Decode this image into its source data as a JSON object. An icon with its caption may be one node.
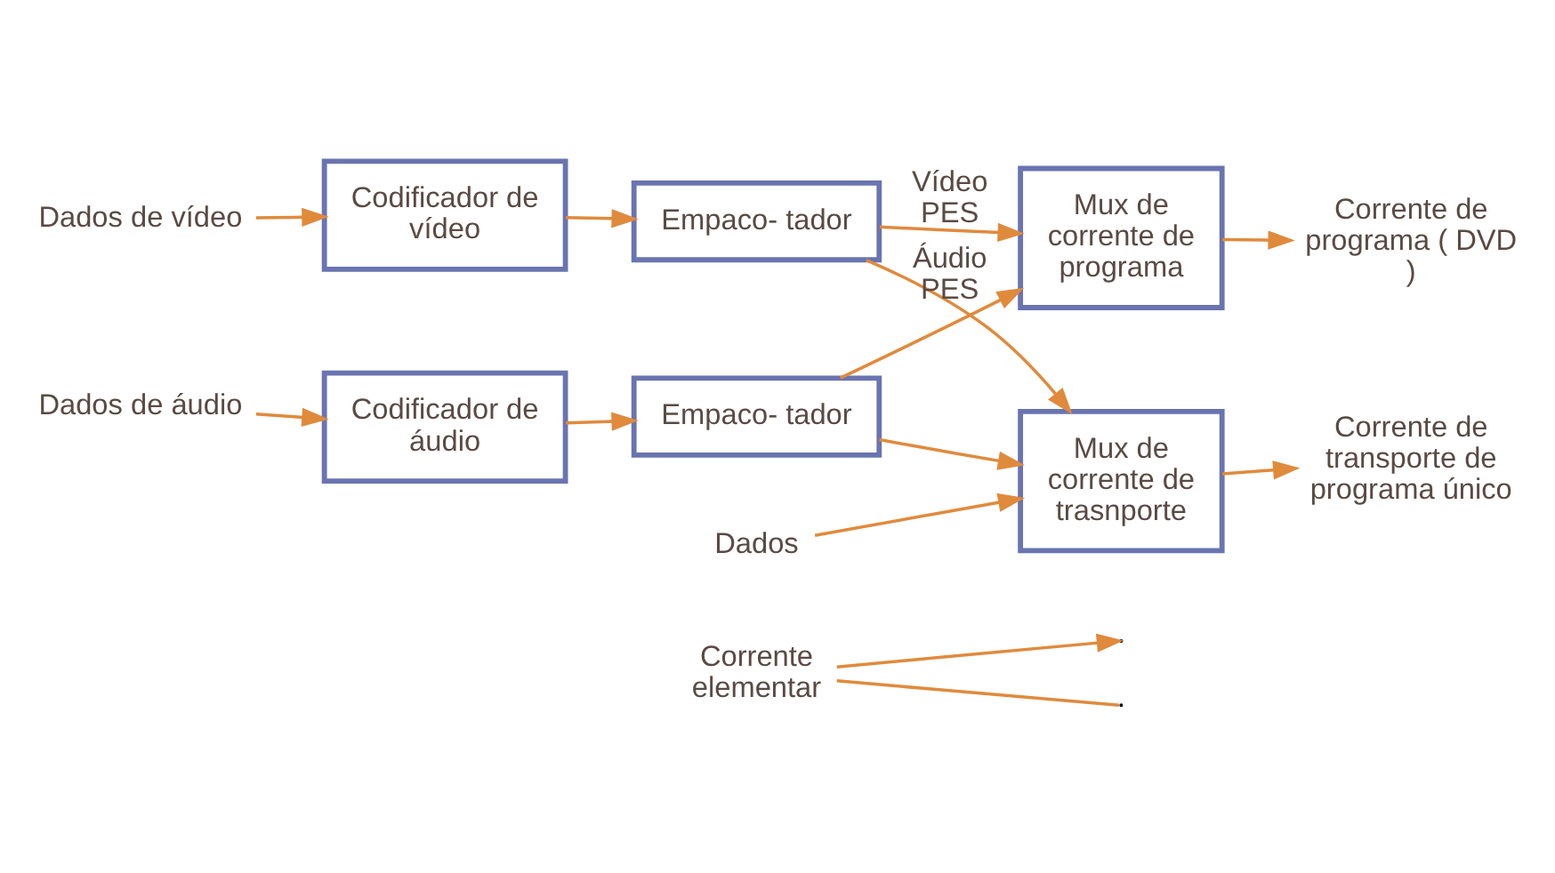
{
  "diagram": {
    "nodes": [
      {
        "text": [
          "Dados de vídeo"
        ]
      },
      {
        "text": [
          "Codificador de vídeo"
        ]
      },
      {
        "text": [
          "Dados de áudio"
        ]
      },
      {
        "text": [
          "Codificador de áudio"
        ]
      },
      {
        "text": [
          "Empaco- tador"
        ]
      },
      {
        "text": [
          "Empaco- tador"
        ]
      },
      {
        "text": [
          "Mux de corrente de programa"
        ]
      },
      {
        "text": [
          "Mux de corrente de trasnporte"
        ]
      },
      {
        "text": [
          "Dados"
        ]
      },
      {
        "text": [
          "Corrente elementar"
        ]
      },
      {
        "text": [
          "Corrente de programa ( DVD )"
        ]
      },
      {
        "text": [
          "Corrente de transporte de programa único"
        ]
      }
    ],
    "edges": [
      {
        "from": 0,
        "to": 1,
        "arrow": "to"
      },
      {
        "from": 2,
        "to": 3,
        "arrow": "to"
      },
      {
        "from": 1,
        "to": 4,
        "arrow": "to"
      },
      {
        "from": 3,
        "to": 5,
        "arrow": "to"
      },
      {
        "from": 4,
        "to": 6,
        "arrow": "to",
        "label": "Vídeo PES"
      },
      {
        "from": 5,
        "to": 6,
        "arrow": "to",
        "label": "Áudio PES"
      },
      {
        "from": 4,
        "to": 7,
        "arrow": "to"
      },
      {
        "from": 5,
        "to": 7,
        "arrow": "to"
      },
      {
        "from": 8,
        "to": 7,
        "arrow": "to"
      },
      {
        "from": 6,
        "to": 10,
        "arrow": "to"
      },
      {
        "from": 7,
        "to": 11,
        "arrow": "to"
      },
      {
        "from": 9,
        "to": null,
        "arrow": "none"
      },
      {
        "from": 9,
        "to": null,
        "arrow": "to"
      }
    ]
  }
}
